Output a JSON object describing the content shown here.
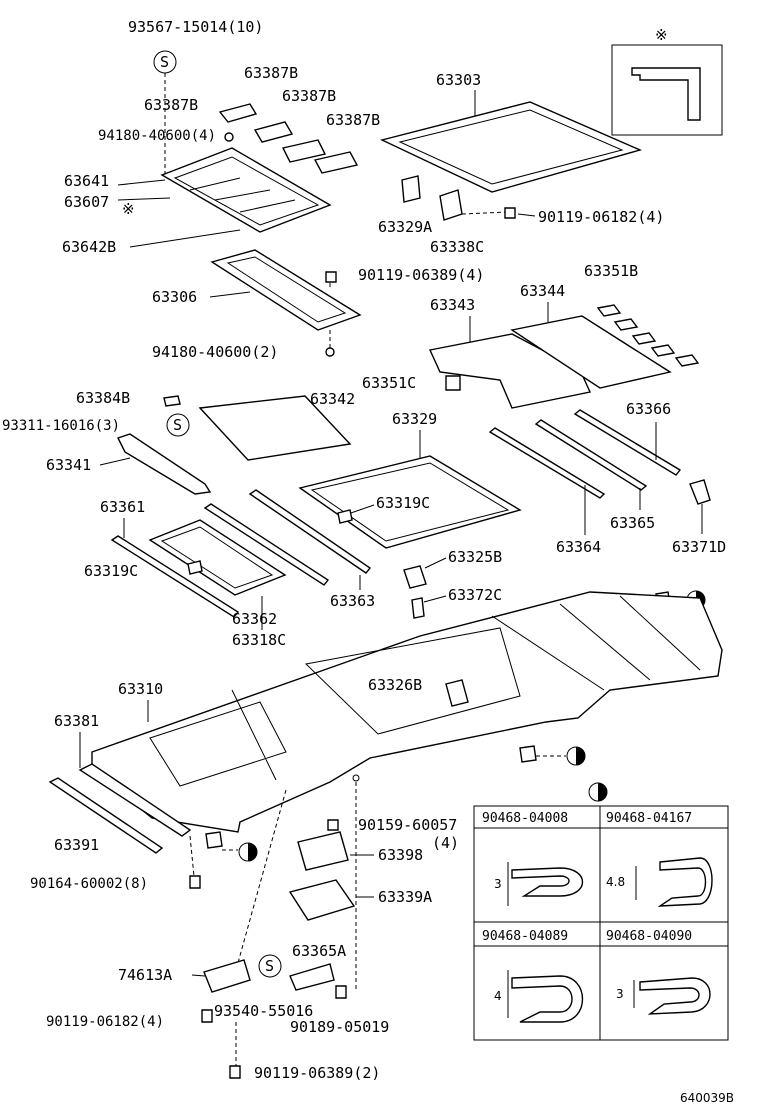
{
  "diagram_id": "640039B",
  "marks": {
    "note_symbol": "※",
    "s_symbol": "S"
  },
  "labels": {
    "l93567": "93567-15014(10)",
    "l63387b_1": "63387B",
    "l63387b_2": "63387B",
    "l63387b_3": "63387B",
    "l63387b_4": "63387B",
    "l94180a": "94180-40600(4)",
    "l63641": "63641",
    "l63607": "63607",
    "l63642b": "63642B",
    "l63303": "63303",
    "l63329a": "63329A",
    "l63338c": "63338C",
    "l90119a": "90119-06182(4)",
    "l90119b": "90119-06389(4)",
    "l63306": "63306",
    "l94180b": "94180-40600(2)",
    "l63351b": "63351B",
    "l63343": "63343",
    "l63344": "63344",
    "l63351c": "63351C",
    "l63384b": "63384B",
    "l63342": "63342",
    "l93311": "93311-16016(3)",
    "l63329": "63329",
    "l63366": "63366",
    "l63341": "63341",
    "l63319c_1": "63319C",
    "l63361": "63361",
    "l63365": "63365",
    "l63364": "63364",
    "l63371d": "63371D",
    "l63319c_2": "63319C",
    "l63325b": "63325B",
    "l63372c": "63372C",
    "l63362": "63362",
    "l63363": "63363",
    "l63318c": "63318C",
    "l63310": "63310",
    "l63326b": "63326B",
    "l63381": "63381",
    "l63391": "63391",
    "l90159": "90159-60057",
    "l90159q": "(4)",
    "l63398": "63398",
    "l90164": "90164-60002(8)",
    "l63339a": "63339A",
    "l63365a": "63365A",
    "l74613a": "74613A",
    "l93540": "93540-55016",
    "l90119c": "90119-06182(4)",
    "l90189": "90189-05019",
    "l90119d": "90119-06389(2)"
  },
  "clip_table": {
    "cells": [
      {
        "part": "90468-04008",
        "dim": "3"
      },
      {
        "part": "90468-04167",
        "dim": "4.8"
      },
      {
        "part": "90468-04089",
        "dim": "4"
      },
      {
        "part": "90468-04090",
        "dim": "3"
      }
    ]
  }
}
